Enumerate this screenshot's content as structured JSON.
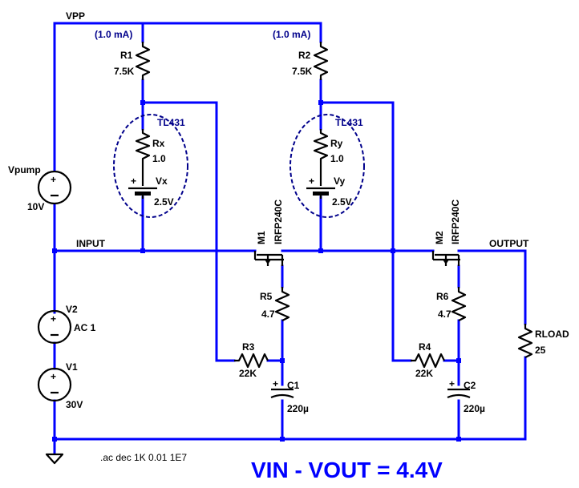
{
  "nets": {
    "vpp": "VPP",
    "input": "INPUT",
    "output": "OUTPUT"
  },
  "currents": {
    "left": "(1.0 mA)",
    "right": "(1.0 mA)"
  },
  "tl431": {
    "left": "TL431",
    "right": "TL431"
  },
  "components": {
    "r1": {
      "name": "R1",
      "value": "7.5K"
    },
    "r2": {
      "name": "R2",
      "value": "7.5K"
    },
    "rx": {
      "name": "Rx",
      "value": "1.0"
    },
    "ry": {
      "name": "Ry",
      "value": "1.0"
    },
    "vx": {
      "name": "Vx",
      "value": "2.5V"
    },
    "vy": {
      "name": "Vy",
      "value": "2.5V"
    },
    "vpump": {
      "name": "Vpump",
      "value": "10V"
    },
    "v2": {
      "name": "V2",
      "value": "AC 1"
    },
    "v1": {
      "name": "V1",
      "value": "30V"
    },
    "m1": {
      "name": "M1",
      "value": "IRFP240C"
    },
    "m2": {
      "name": "M2",
      "value": "IRFP240C"
    },
    "r5": {
      "name": "R5",
      "value": "4.7"
    },
    "r6": {
      "name": "R6",
      "value": "4.7"
    },
    "r3": {
      "name": "R3",
      "value": "22K"
    },
    "r4": {
      "name": "R4",
      "value": "22K"
    },
    "c1": {
      "name": "C1",
      "value": "220µ"
    },
    "c2": {
      "name": "C2",
      "value": "220µ"
    },
    "rload": {
      "name": "RLOAD",
      "value": "25"
    }
  },
  "directive": ".ac dec 1K 0.01 1E7",
  "headline": "VIN - VOUT = 4.4V",
  "colors": {
    "wire": "#0000ff",
    "annotation": "#00008b",
    "component": "#000000"
  }
}
